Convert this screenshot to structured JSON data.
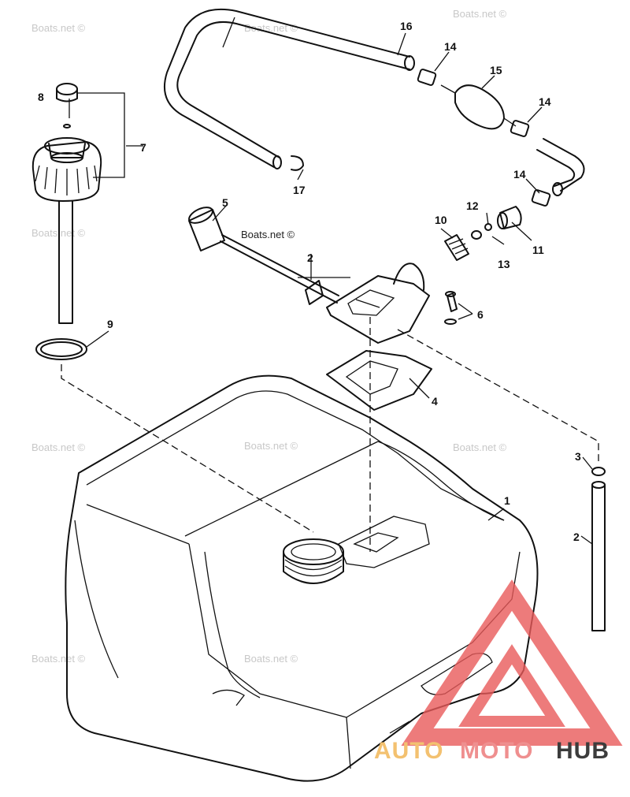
{
  "watermark_text": "Boats.net ©",
  "callouts": {
    "c1": "1",
    "c2a": "2",
    "c2b": "2",
    "c3": "3",
    "c4": "4",
    "c5": "5",
    "c6": "6",
    "c7": "7",
    "c8": "8",
    "c9": "9",
    "c10": "10",
    "c11": "11",
    "c12": "12",
    "c13": "13",
    "c14a": "14",
    "c14b": "14",
    "c14c": "14",
    "c15": "15",
    "c16": "16",
    "c17": "17"
  },
  "logo": {
    "auto": "AUTO",
    "moto": "MOTO",
    "hub": "HUB"
  },
  "colors": {
    "logo_auto": "#f3c170",
    "logo_moto": "#ef8f8f",
    "logo_hub": "#3c3c3c",
    "logo_triangle": "#e85a5a",
    "watermark": "#c8c8c8"
  }
}
